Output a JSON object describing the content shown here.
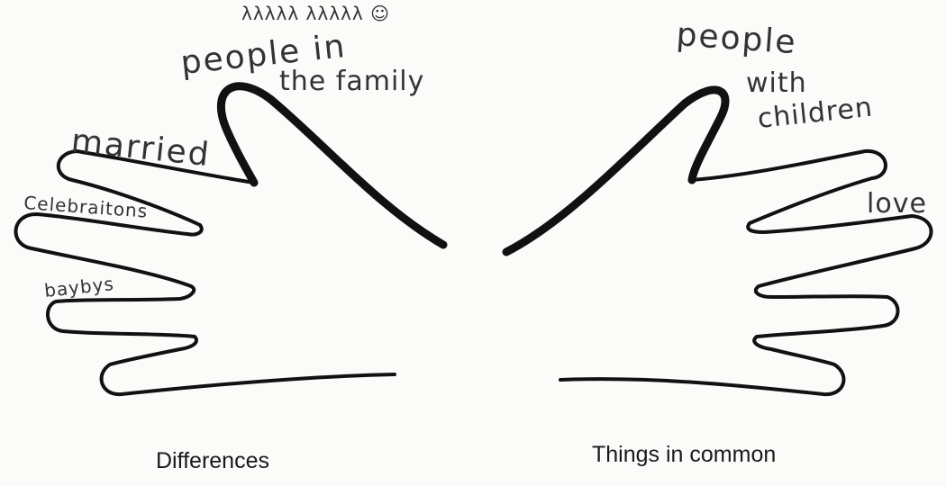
{
  "captions": {
    "left": "Differences",
    "right": "Things in common"
  },
  "handwriting": {
    "stick_figures": "λλλλλ λλλλλ ☺",
    "left": {
      "thumb_line1": "people in",
      "thumb_line2": "the family",
      "finger1": "married",
      "finger2": "Celebraitons",
      "finger3": "baybys"
    },
    "right": {
      "thumb_line1": "people",
      "thumb_line2": "with",
      "thumb_line3": "children",
      "finger1": "love"
    }
  }
}
